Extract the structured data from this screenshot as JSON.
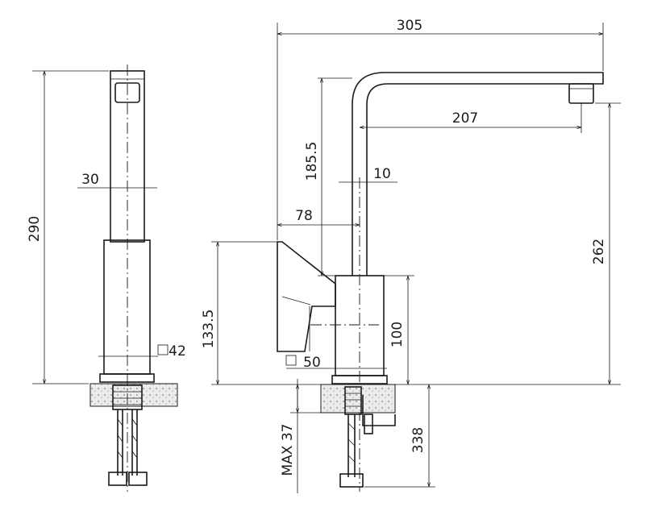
{
  "dimensions": {
    "overall_reach": "305",
    "spout_reach": "207",
    "spout_height": "185.5",
    "spout_diameter": "10",
    "handle_offset": "78",
    "overall_height_right": "262",
    "body_height": "100",
    "handle_height": "133.5",
    "base_size": "50",
    "overall_height_left": "290",
    "spout_width": "30",
    "body_size": "42",
    "max_countertop": "MAX 37",
    "hose_length": "338"
  },
  "colors": {
    "line": "#1a1a1a",
    "hatch": "#ececec"
  }
}
